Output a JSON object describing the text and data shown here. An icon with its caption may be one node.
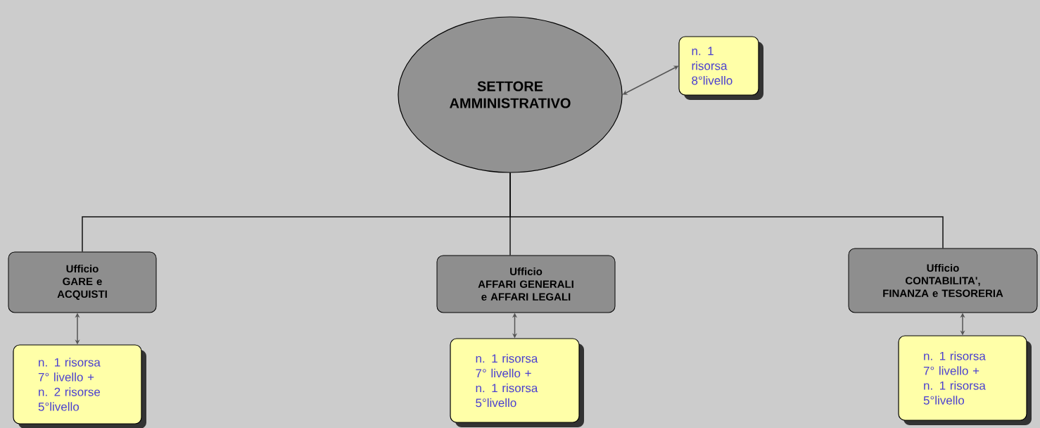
{
  "diagram": {
    "nodes": [
      {
        "text": [
          "SETTORE AMMINISTRATIVO"
        ]
      },
      {
        "text": [
          "n. 1 risorsa 8°livello"
        ]
      },
      {
        "text": [
          "Ufficio",
          "GARE e ACQUISTI"
        ]
      },
      {
        "text": [
          "Ufficio",
          "AFFARI GENERALI e AFFARI LEGALI"
        ]
      },
      {
        "text": [
          "Ufficio",
          "CONTABILITA', FINANZA e TESORERIA"
        ]
      },
      {
        "text": [
          "n. 1 risorsa 7° livello + n. 2 risorse 5°livello"
        ]
      },
      {
        "text": [
          "n. 1 risorsa 7° livello + n. 1 risorsa 5°livello"
        ]
      },
      {
        "text": [
          "n. 1 risorsa 7° livello + n. 1 risorsa 5°livello"
        ]
      }
    ],
    "edges": [
      {
        "from": 0,
        "to": 1,
        "arrow": "both"
      },
      {
        "from": 0,
        "to": 2,
        "arrow": "none",
        "color": "#111111"
      },
      {
        "from": 0,
        "to": 3,
        "arrow": "none",
        "color": "#111111"
      },
      {
        "from": 0,
        "to": 4,
        "arrow": "none",
        "color": "#111111"
      },
      {
        "from": 2,
        "to": 5,
        "arrow": "both"
      },
      {
        "from": 3,
        "to": 6,
        "arrow": "both"
      },
      {
        "from": 4,
        "to": 7,
        "arrow": "both"
      }
    ]
  }
}
